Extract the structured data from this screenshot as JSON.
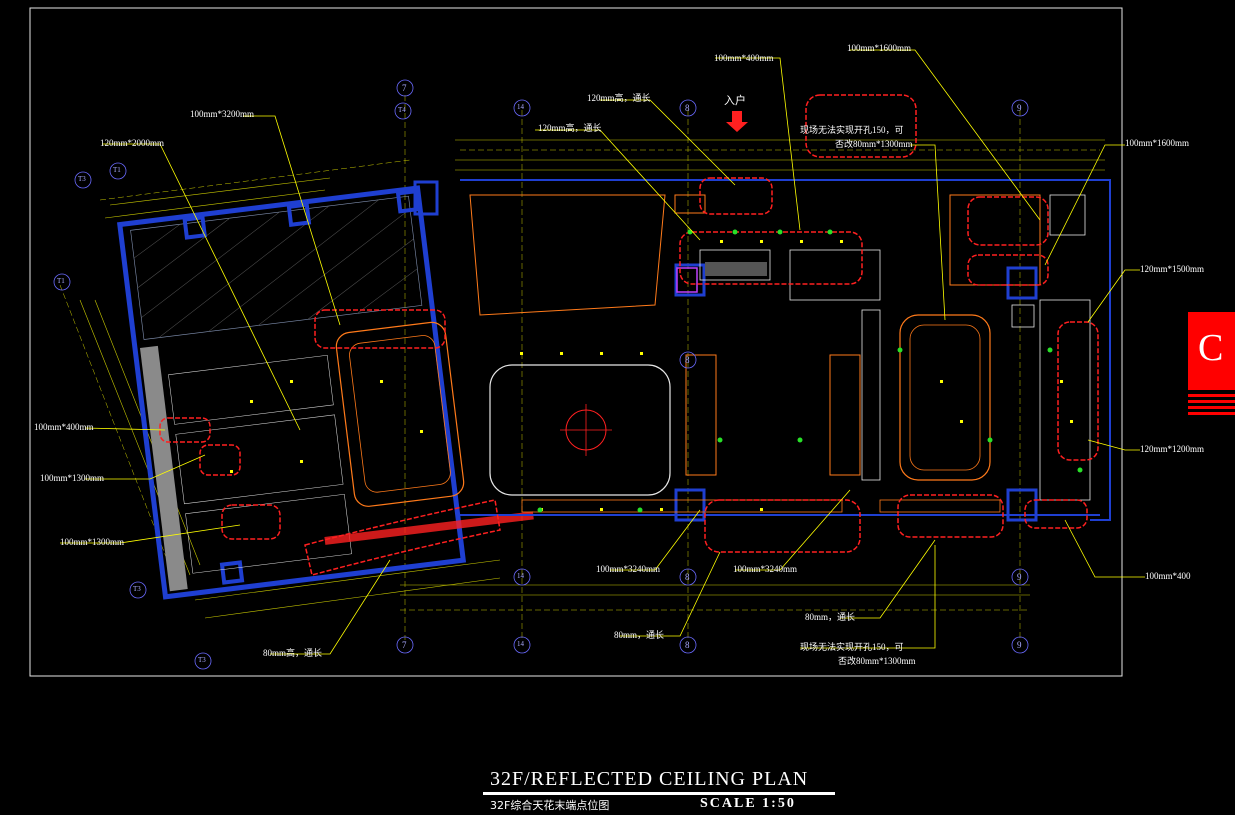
{
  "colors": {
    "background": "#000000",
    "wall": "#1f3fd1",
    "callout": "#ff2020",
    "leader": "#ffff00",
    "dimension": "#c9c900",
    "orange": "#ff7a1a",
    "green": "#28e028",
    "white": "#ffffff",
    "brand_red": "#ff0000"
  },
  "drawing": {
    "entrance_label": "入户",
    "title": "32F/REFLECTED   CEILING    PLAN",
    "subtitle": "32F综合天花末端点位图",
    "scale": "SCALE  1:50",
    "logo_text": "C"
  },
  "grid_bubbles": [
    {
      "label": "7"
    },
    {
      "label": "8"
    },
    {
      "label": "9"
    },
    {
      "label": "7"
    },
    {
      "label": "8"
    },
    {
      "label": "9"
    },
    {
      "label": "14"
    },
    {
      "label": "14"
    },
    {
      "label": "14"
    },
    {
      "label": "T4"
    },
    {
      "label": "T3"
    },
    {
      "label": "T3"
    },
    {
      "label": "T3"
    },
    {
      "label": "T1"
    },
    {
      "label": "T1"
    },
    {
      "label": "8"
    },
    {
      "label": "8"
    },
    {
      "label": "9"
    }
  ],
  "annotations": [
    {
      "text": "100mm*3200mm"
    },
    {
      "text": "120mm*2000mm"
    },
    {
      "text": "100mm*400mm"
    },
    {
      "text": "120mm高，通长"
    },
    {
      "text": "120mm高，通长"
    },
    {
      "text": "100mm*1600mm"
    },
    {
      "text": "现场无法实现开孔150，可"
    },
    {
      "text": "否改80mm*1300mm"
    },
    {
      "text": "100mm*1600mm"
    },
    {
      "text": "120mm*1500mm"
    },
    {
      "text": "100mm*400mm"
    },
    {
      "text": "100mm*1300mm"
    },
    {
      "text": "100mm*1300mm"
    },
    {
      "text": "120mm*1200mm"
    },
    {
      "text": "100mm*3240mm"
    },
    {
      "text": "100mm*3240mm"
    },
    {
      "text": "100mm*400"
    },
    {
      "text": "80mm，通长"
    },
    {
      "text": "80mm，通长"
    },
    {
      "text": "80mm高，通长"
    },
    {
      "text": "现场无法实现开孔150，可"
    },
    {
      "text": "否改80mm*1300mm"
    }
  ]
}
